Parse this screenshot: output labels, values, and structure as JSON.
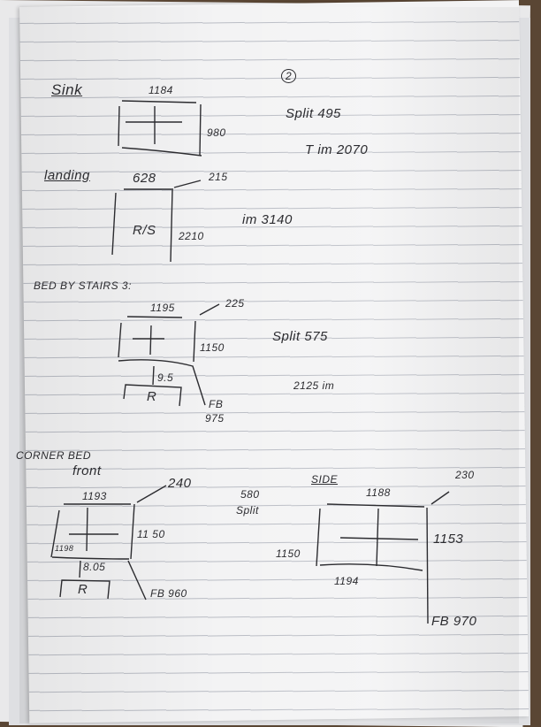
{
  "page_number": "2",
  "sink": {
    "title": "Sink",
    "width": "1184",
    "height": "980",
    "split": "Split 495",
    "total": "T im 2070"
  },
  "landing": {
    "title": "landing",
    "width": "628",
    "side": "215",
    "label": "R/S",
    "height": "2210",
    "total": "im 3140"
  },
  "bed_by_stairs": {
    "title": "BED BY STAIRS 3:",
    "width": "1195",
    "side": "225",
    "height": "1150",
    "split": "Split 575",
    "riser": "9.5",
    "riser_label": "R",
    "total": "2125 im",
    "fb_label": "FB",
    "fb": "975"
  },
  "corner_bed": {
    "title": "CORNER BED",
    "front": {
      "title": "front",
      "width": "1193",
      "side": "240",
      "height": "11 50",
      "bottom": "1198",
      "riser": "8.05",
      "riser_label": "R",
      "fb": "FB 960"
    },
    "split": {
      "value": "580",
      "label": "Split"
    },
    "side": {
      "title": "SIDE",
      "width": "1188",
      "side": "230",
      "height_left": "1150",
      "height_right": "1153",
      "bottom": "1194",
      "fb": "FB 970"
    }
  }
}
